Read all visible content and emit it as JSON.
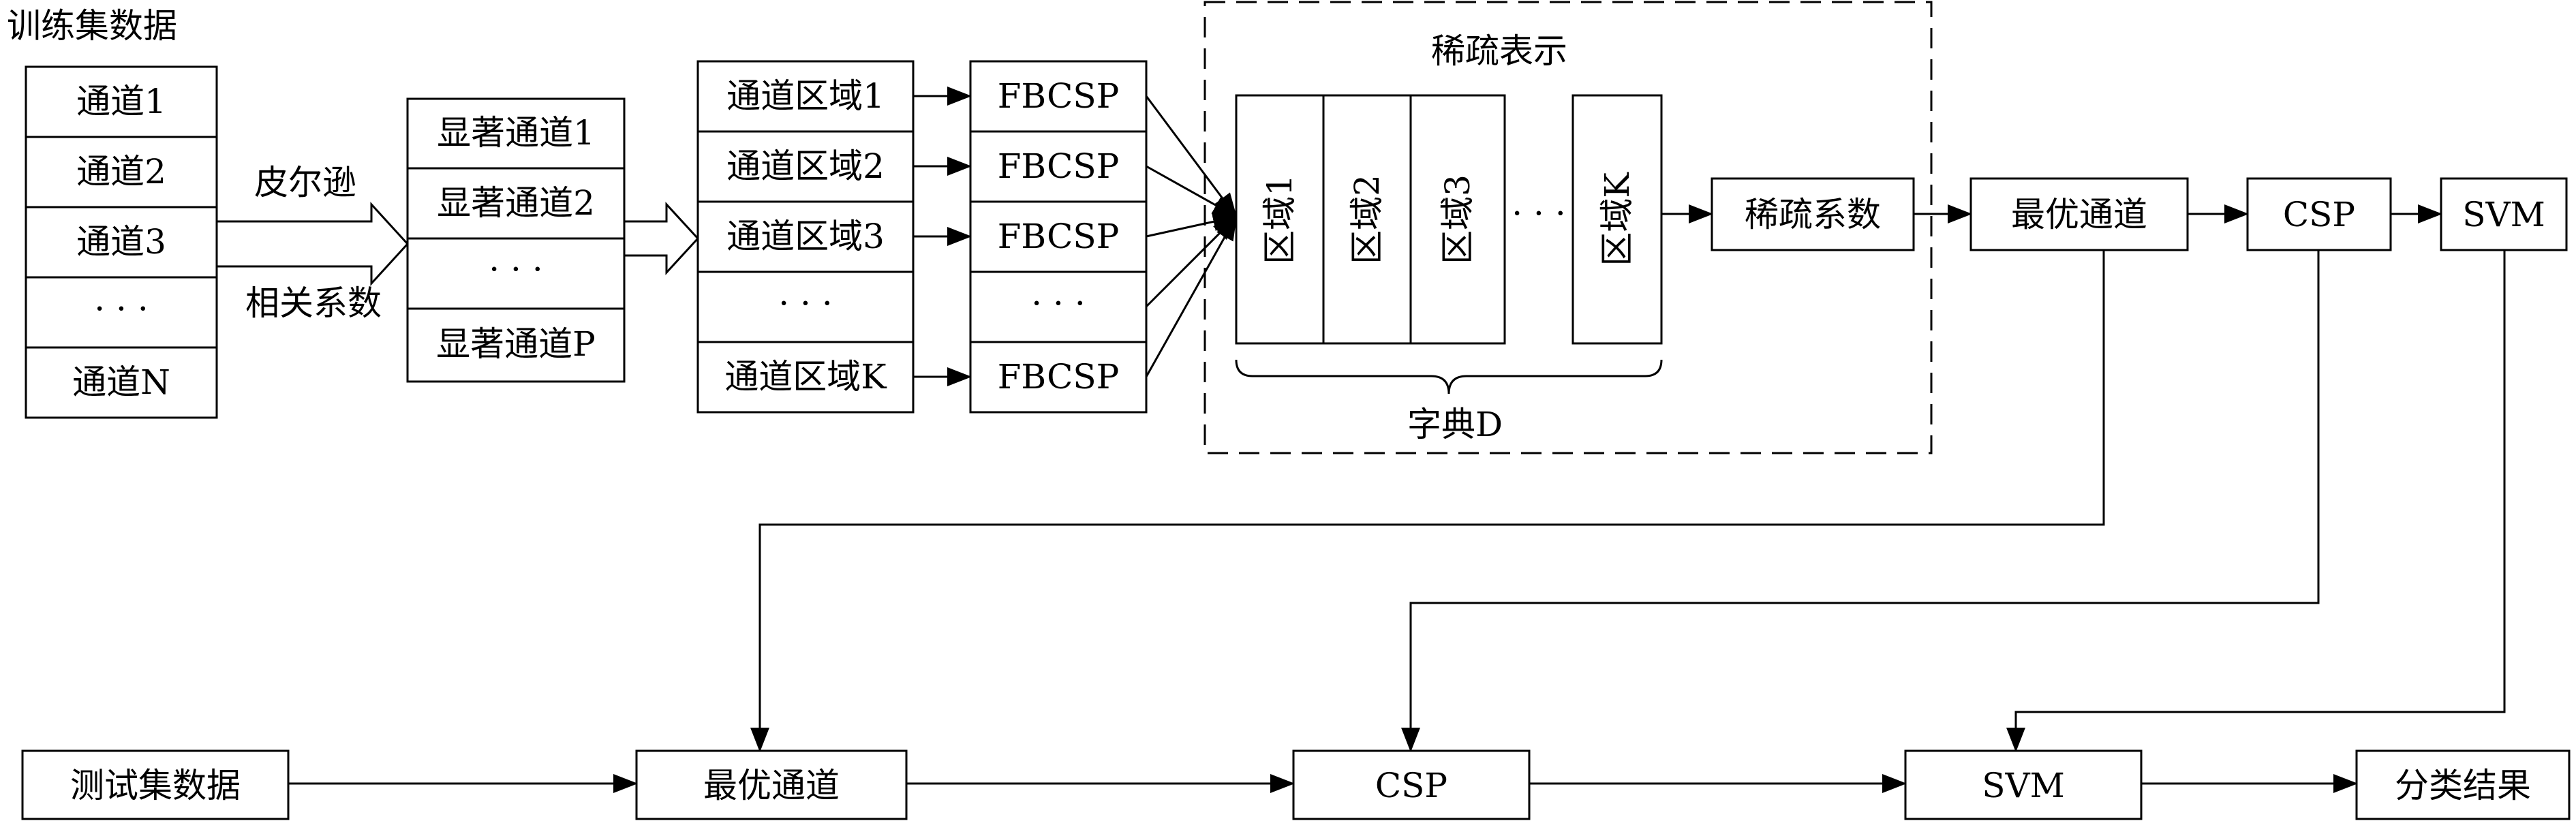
{
  "training": {
    "title": "训练集数据",
    "channels": [
      "通道1",
      "通道2",
      "通道3",
      "· · ·",
      "通道N"
    ]
  },
  "pearson": {
    "line1": "皮尔逊",
    "line2": "相关系数"
  },
  "significant": [
    "显著通道1",
    "显著通道2",
    "· · ·",
    "显著通道P"
  ],
  "regions": [
    "通道区域1",
    "通道区域2",
    "通道区域3",
    "· · ·",
    "通道区域K"
  ],
  "fbcsp": [
    "FBCSP",
    "FBCSP",
    "FBCSP",
    "· · ·",
    "FBCSP"
  ],
  "sparse": {
    "title": "稀疏表示",
    "dict_cols": [
      "区域1",
      "区域2",
      "区域3",
      "区域K"
    ],
    "dots": "· · ·",
    "dict_label": "字典D",
    "coef": "稀疏系数"
  },
  "top": {
    "optimal": "最优通道",
    "csp": "CSP",
    "svm": "SVM"
  },
  "bottom": {
    "test": "测试集数据",
    "optimal": "最优通道",
    "csp": "CSP",
    "svm": "SVM",
    "result": "分类结果"
  }
}
